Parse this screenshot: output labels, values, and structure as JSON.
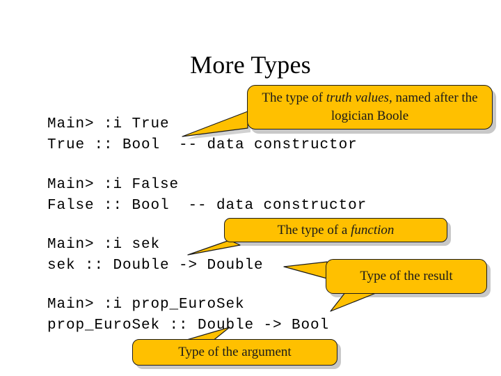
{
  "slide": {
    "title": "More Types",
    "background_color": "#FFFFFF",
    "accent_color": "#FFC000",
    "text_color": "#000000"
  },
  "console": {
    "lines": [
      "Main> :i True",
      "True :: Bool  -- data constructor",
      "Main> :i False",
      "False :: Bool  -- data constructor",
      "Main> :i sek",
      "sek :: Double -> Double",
      "Main> :i prop_EuroSek",
      "prop_EuroSek :: Double -> Bool"
    ]
  },
  "callouts": {
    "bool": {
      "text_before": "The type of ",
      "text_italic": "truth values",
      "text_after": ", named after the logician Boole",
      "full_text": "The type of truth values, named after the logician Boole",
      "color": "#FFC000"
    },
    "function": {
      "text_before": "The type of a ",
      "text_italic": "function",
      "text_after": "",
      "full_text": "The type of a function",
      "color": "#FFC000"
    },
    "result": {
      "full_text": "Type of the result",
      "color": "#FFC000"
    },
    "argument": {
      "full_text": "Type of the argument",
      "color": "#FFC000"
    }
  }
}
